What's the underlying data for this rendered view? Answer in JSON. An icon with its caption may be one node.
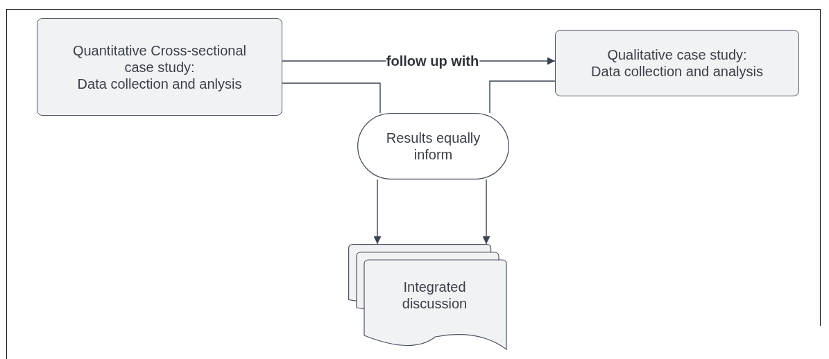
{
  "diagram": {
    "nodes": [
      {
        "text": [
          "Quantitative Cross-sectional case study:",
          "Data collection and anlysis"
        ]
      },
      {
        "text": [
          "Qualitative case study:",
          "Data collection and analysis"
        ]
      },
      {
        "text": [
          "Results equally inform"
        ]
      },
      {
        "text": [
          "Integrated discussion"
        ]
      }
    ],
    "edges": [
      {
        "from": 0,
        "to": 1,
        "arrow": "to",
        "label": "follow up with"
      },
      {
        "from": 0,
        "to": 2,
        "arrow": "none"
      },
      {
        "from": 1,
        "to": 2,
        "arrow": "none"
      },
      {
        "from": 2,
        "to": 3,
        "arrow": "to"
      },
      {
        "from": 2,
        "to": 3,
        "arrow": "to"
      }
    ]
  }
}
